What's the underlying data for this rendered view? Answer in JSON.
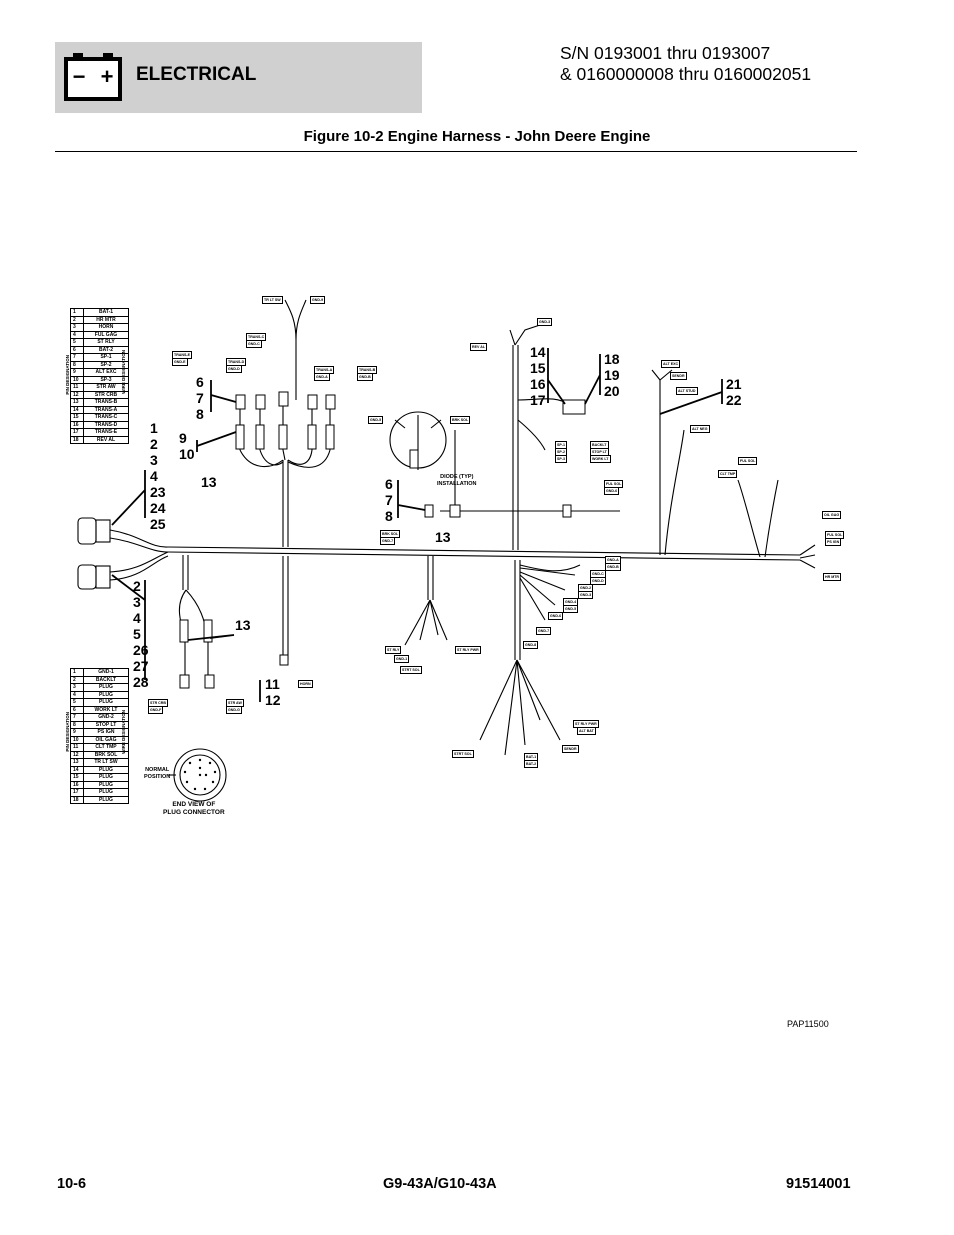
{
  "header": {
    "section_title": "ELECTRICAL",
    "serial_line1": "S/N 0193001 thru 0193007",
    "serial_line2": "& 0160000008 thru 0160002051",
    "battery_minus": "−",
    "battery_plus": "+"
  },
  "figure": {
    "title": "Figure 10-2 Engine Harness - John Deere Engine",
    "drawing_number": "PAP11500"
  },
  "footer": {
    "page": "10-6",
    "model": "G9-43A/G10-43A",
    "doc_number": "91514001"
  },
  "pin_tables": {
    "pin_label": "PIN DESIGNATION",
    "wire_label": "WIRE DESIGNATION",
    "top": [
      [
        "1",
        "BAT-1"
      ],
      [
        "2",
        "HR MTR"
      ],
      [
        "3",
        "HORN"
      ],
      [
        "4",
        "FUL GAG"
      ],
      [
        "5",
        "ST RLY"
      ],
      [
        "6",
        "BAT-2"
      ],
      [
        "7",
        "SP-1"
      ],
      [
        "8",
        "SP-2"
      ],
      [
        "9",
        "ALT EXC"
      ],
      [
        "10",
        "SP-3"
      ],
      [
        "11",
        "STR AW"
      ],
      [
        "12",
        "STR CRB"
      ],
      [
        "13",
        "TRANS-B"
      ],
      [
        "14",
        "TRANS-A"
      ],
      [
        "15",
        "TRANS-C"
      ],
      [
        "16",
        "TRANS-D"
      ],
      [
        "17",
        "TRANS-E"
      ],
      [
        "18",
        "REV AL"
      ]
    ],
    "bottom": [
      [
        "1",
        "GND-1"
      ],
      [
        "2",
        "BACKLT"
      ],
      [
        "3",
        "PLUG"
      ],
      [
        "4",
        "PLUG"
      ],
      [
        "5",
        "PLUG"
      ],
      [
        "6",
        "WORK LT"
      ],
      [
        "7",
        "GND-2"
      ],
      [
        "8",
        "STOP LT"
      ],
      [
        "9",
        "PS IGN"
      ],
      [
        "10",
        "OIL GAG"
      ],
      [
        "11",
        "CLT TMP"
      ],
      [
        "12",
        "BRK SOL"
      ],
      [
        "13",
        "TR LT SW"
      ],
      [
        "14",
        "PLUG"
      ],
      [
        "15",
        "PLUG"
      ],
      [
        "16",
        "PLUG"
      ],
      [
        "17",
        "PLUG"
      ],
      [
        "18",
        "PLUG"
      ]
    ]
  },
  "callouts": {
    "c_678_top": "6\n7\n8",
    "c_910": "9\n10",
    "c_13_left": "13",
    "c_top_group": "1\n2\n3\n4\n23\n24\n25",
    "c_bottom_group": "2\n3\n4\n5\n26\n27\n28",
    "c_13_mid": "13",
    "c_1112": "11\n12",
    "c_678_mid": "6\n7\n8",
    "c_13_center": "13",
    "c_14_17": "14\n15\n16\n17",
    "c_18_20": "18\n19\n20",
    "c_2122": "21\n22"
  },
  "notes": {
    "diode": "DIODE (TYP)\nINSTALLATION",
    "normal_position": "NORMAL\nPOSITION",
    "end_view": "END VIEW OF\nPLUG CONNECTOR"
  },
  "wire_tags": {
    "tr_lt_sw": "TR LT SW",
    "gnd_top": "GND-9",
    "trans_e": "TRANS-E",
    "gnd_e": "GND-E",
    "trans_c": "TRANS-C",
    "gnd_c": "GND-C",
    "trans_d": "TRANS-D",
    "gnd_d": "GND-D",
    "trans_a": "TRANS-A",
    "gnd_a": "GND-A",
    "trans_b": "TRANS-B",
    "gnd_b": "GND-B",
    "rev_al": "REV AL",
    "gnd_rev": "GND-3",
    "alt_exc": "ALT EXC",
    "sendr": "SENDR",
    "alt_stud": "ALT STUD",
    "alt_neg": "ALT NEG",
    "gnd_5": "GND-5",
    "brk_sol": "BRK SOL",
    "sp_1": "SP-1",
    "sp_2": "SP-2",
    "sp_3": "SP-3",
    "backlt": "BACKLT",
    "stop_lt": "STOP LT",
    "work_lt": "WORK LT",
    "ful_sol": "FUL SOL",
    "clt_tmp": "CLT TMP",
    "ful_sol2": "FUL SOL",
    "gnd_6": "GND-6",
    "brk_sol2": "BRK SOL",
    "gnd_7": "GND-7",
    "oil_gag": "OIL GAG",
    "ful_sol3": "FUL SOL",
    "ps_ign": "PS IGN",
    "hr_mtr": "HR MTR",
    "gnd_a2": "GND-A",
    "gnd_b2": "GND-B",
    "gnd_c2": "GND-C",
    "gnd_d2": "GND-D",
    "gnd_2": "GND-2",
    "gnd_3": "GND-3",
    "gnd_4": "GND-4",
    "gnd_5b": "GND-5",
    "gnd_6b": "GND-6",
    "gnd_7b": "GND-7",
    "gnd_8": "GND-8",
    "st_rly": "ST RLY",
    "gnd_1": "GND-1",
    "strt_sol": "STRT SOL",
    "st_rly_pwr": "ST RLY PWR",
    "st_rly_pwr2": "ST RLY PWR",
    "alt_bat": "ALT BAT",
    "sendr2": "SENDR",
    "strt_sol2": "STRT SOL",
    "bat_1": "BAT-1",
    "bat_2": "BAT-2",
    "str_crb": "STR CRB",
    "gnd_f": "GND-F",
    "str_aw": "STR AW",
    "gnd_g": "GND-G",
    "horn": "HORN"
  }
}
